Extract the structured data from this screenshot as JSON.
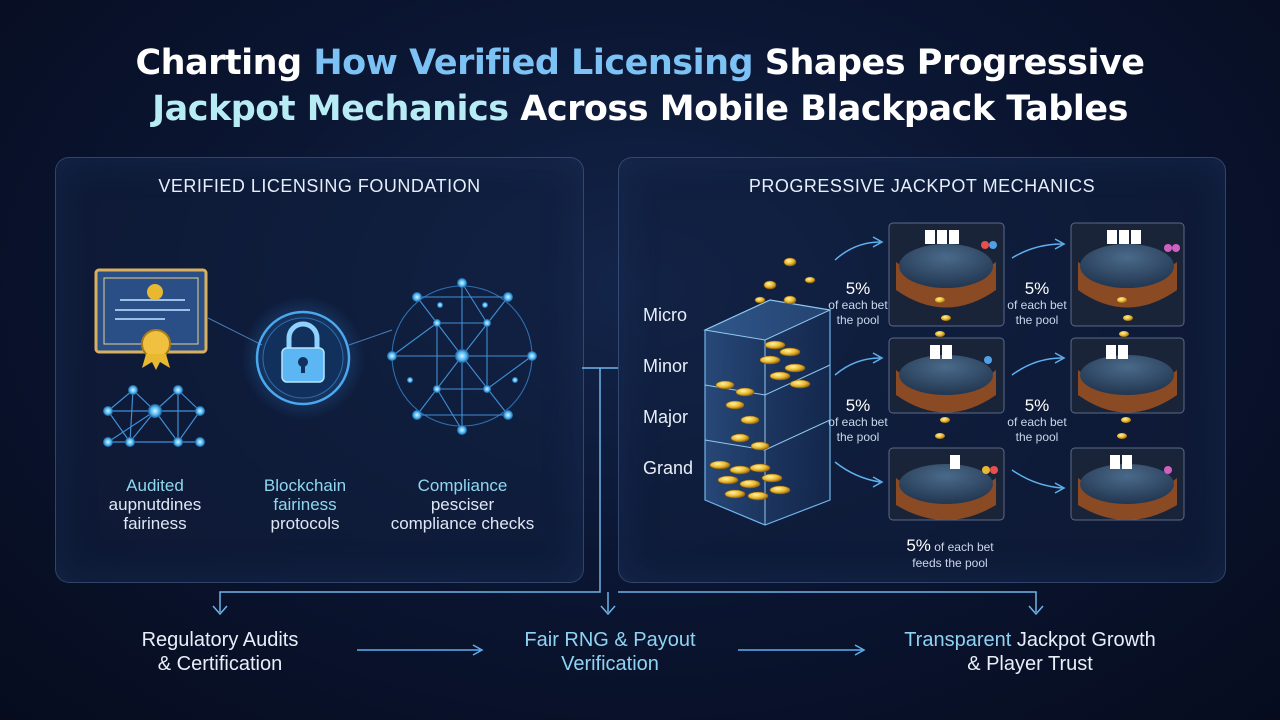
{
  "title": {
    "line1_a": "Charting ",
    "line1_b": "How Verified Licensing",
    "line1_c": " Shapes Progressive",
    "line2_a": "Jackpot Mechanics",
    "line2_b": " Across Mobile Blackpack Tables"
  },
  "left_panel": {
    "heading": "VERIFIED LICENSING FOUNDATION",
    "items": [
      {
        "line1": "Audited",
        "line2": "aupnutdines",
        "line3": "fairiness",
        "icon": "certificate-icon"
      },
      {
        "line1": "Blockchain",
        "line2": "fairiness",
        "line3": "protocols",
        "icon": "lock-icon"
      },
      {
        "line1": "Compliance",
        "line2": "pesciser",
        "line3": "compliance checks",
        "icon": "network-icon"
      }
    ]
  },
  "right_panel": {
    "heading": "PROGRESSIVE JACKPOT MECHANICS",
    "tiers": [
      "Micro",
      "Minor",
      "Major",
      "Grand"
    ],
    "contributions": [
      {
        "pct": "5%",
        "label": "of each bet",
        "label2": "the pool"
      },
      {
        "pct": "5%",
        "label": "of each bet",
        "label2": "the pool"
      },
      {
        "pct": "5%",
        "label": "of each bet",
        "label2": "the pool"
      },
      {
        "pct": "5%",
        "label": "of each bet",
        "label2": "the pool"
      }
    ],
    "footer": {
      "pct": "5%",
      "label": " of each bet",
      "label2": "feeds the pool"
    }
  },
  "flow": [
    {
      "line1": "Regulatory Audits",
      "line2": "& Certification"
    },
    {
      "line1": "Fair RNG & Payout",
      "line2": "Verification"
    },
    {
      "line1a": "Transparent",
      "line1b": " Jackpot Growth",
      "line2": "& Player Trust"
    }
  ],
  "colors": {
    "accent": "#7cc2f4",
    "gold": "#e8b830",
    "background": "#0b1633"
  }
}
